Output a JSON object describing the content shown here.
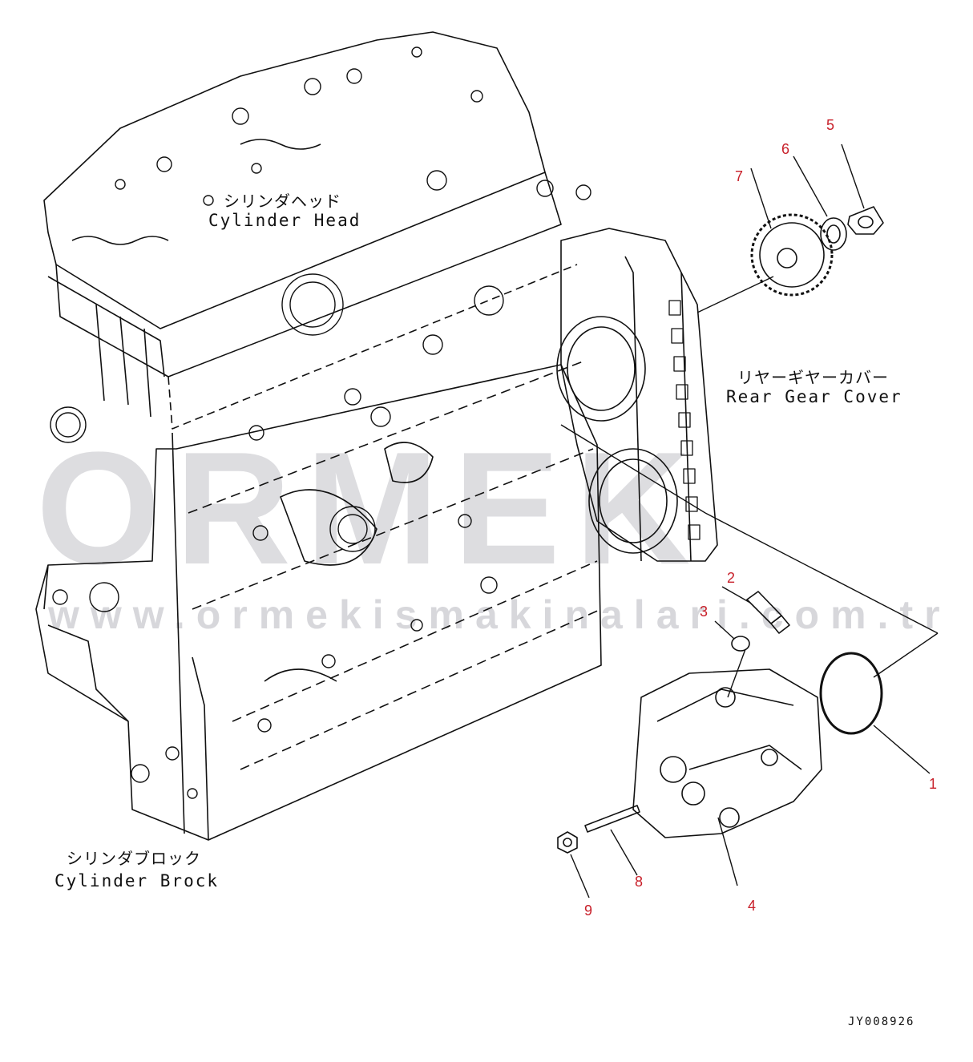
{
  "watermark": {
    "brand": "ORMEK",
    "url": "www.ormekismakinalari.com.tr"
  },
  "labels": {
    "cylinder_head_jp": "シリンダヘッド",
    "cylinder_head_en": "Cylinder Head",
    "rear_gear_cover_jp": "リヤーギヤーカバー",
    "rear_gear_cover_en": "Rear Gear Cover",
    "cylinder_block_jp": "シリンダブロック",
    "cylinder_block_en": "Cylinder Brock"
  },
  "part_numbers": [
    "1",
    "2",
    "3",
    "4",
    "5",
    "6",
    "7",
    "8",
    "9"
  ],
  "drawing_id": "JY008926",
  "colors": {
    "callout": "#c8202a",
    "line": "#111111",
    "watermark": "#9a9aa4"
  }
}
